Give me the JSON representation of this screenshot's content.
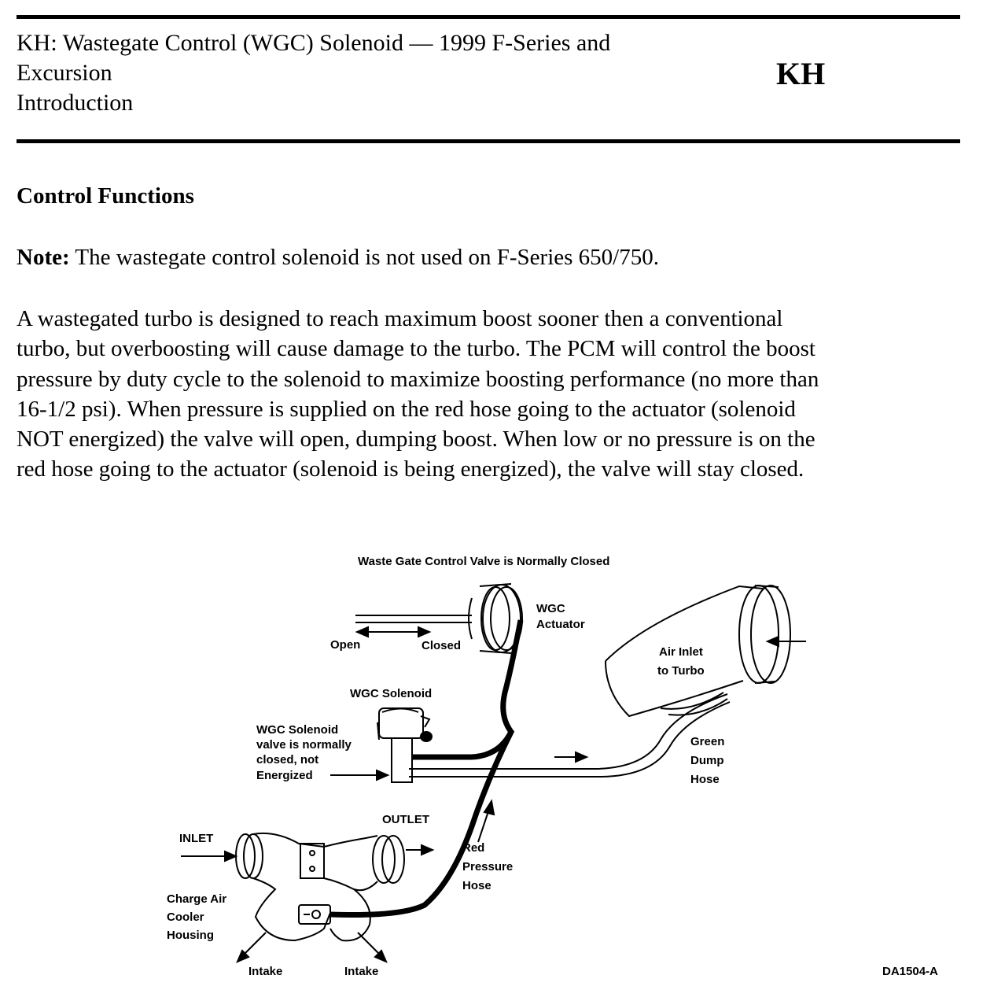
{
  "header": {
    "title_lines": [
      "KH: Wastegate Control (WGC) Solenoid — 1999 F-Series and",
      "Excursion",
      "Introduction"
    ],
    "code": "KH"
  },
  "section": {
    "heading": "Control Functions"
  },
  "note": {
    "label": "Note:",
    "text": " The wastegate control solenoid is not used on F-Series 650/750."
  },
  "body": {
    "lines": [
      "A wastegated turbo is designed to reach maximum boost sooner then a conventional",
      "turbo, but overboosting will cause damage to the turbo. The PCM will control the boost",
      "pressure by duty cycle to the solenoid to maximize boosting performance (no more than",
      "16-1/2 psi). When pressure is supplied on the red hose going to the actuator (solenoid",
      "NOT energized) the valve will open, dumping boost. When low or no pressure is on the",
      "red hose going to the actuator (solenoid is being energized), the valve will stay closed."
    ]
  },
  "figure": {
    "title": "Waste Gate Control Valve is Normally Closed",
    "labels": {
      "open": "Open",
      "closed": "Closed",
      "wgc_actuator_1": "WGC",
      "wgc_actuator_2": "Actuator",
      "air_inlet_1": "Air Inlet",
      "air_inlet_2": "to Turbo",
      "wgc_solenoid": "WGC Solenoid",
      "solenoid_valve_1": "WGC Solenoid",
      "solenoid_valve_2": "valve is normally",
      "solenoid_valve_3": "closed, not",
      "solenoid_valve_4": "Energized",
      "green_dump_1": "Green",
      "green_dump_2": "Dump",
      "green_dump_3": "Hose",
      "outlet": "OUTLET",
      "inlet": "INLET",
      "red_hose_1": "Red",
      "red_hose_2": "Pressure",
      "red_hose_3": "Hose",
      "charge_air_1": "Charge Air",
      "charge_air_2": "Cooler",
      "charge_air_3": "Housing",
      "intake_left": "Intake",
      "intake_right": "Intake",
      "code": "DA1504-A"
    }
  }
}
